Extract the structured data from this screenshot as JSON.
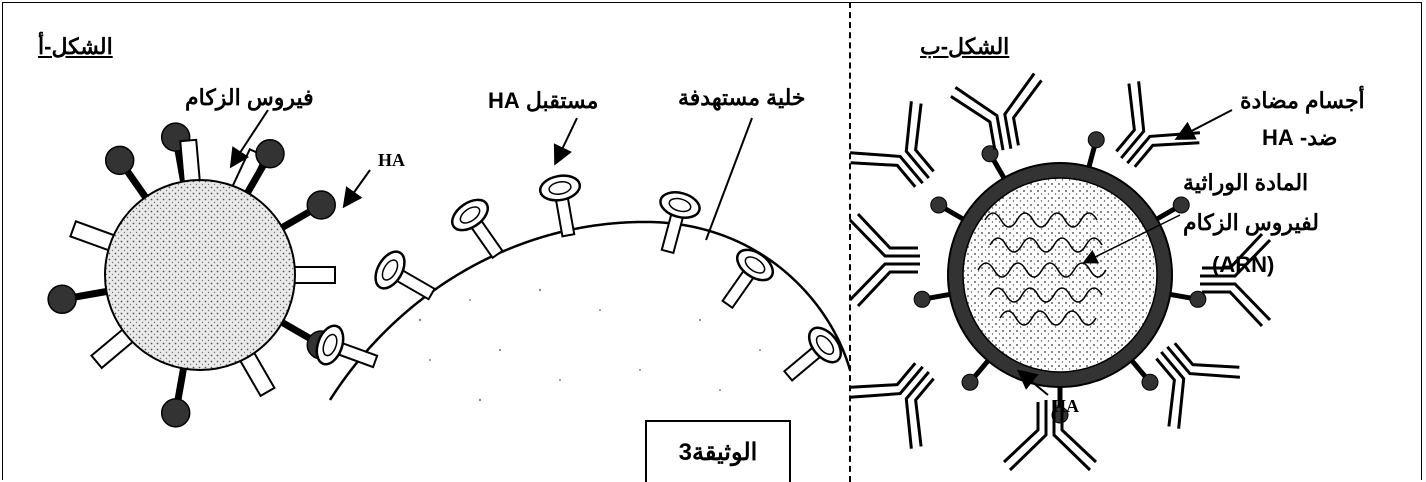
{
  "document_label": "الوثيقة3",
  "figure_a": {
    "title": "الشكل-أ",
    "flu_virus_label": "فيروس الزكام",
    "ha_label": "HA",
    "ha_receptor_label": "مستقبل HA",
    "target_cell_label": "خلية مستهدفة"
  },
  "figure_b": {
    "title": "الشكل-ب",
    "antibodies_label_line1": "أجسام مضادة",
    "antibodies_label_line2": "ضد- HA",
    "genetic_material_line1": "المادة الوراثية",
    "genetic_material_line2": "لفيروس الزكام",
    "genetic_material_line3": "(ARN)",
    "ha_label": "HA"
  },
  "colors": {
    "ink": "#000000",
    "virus_fill": "#dcdcdc",
    "background": "#ffffff"
  }
}
